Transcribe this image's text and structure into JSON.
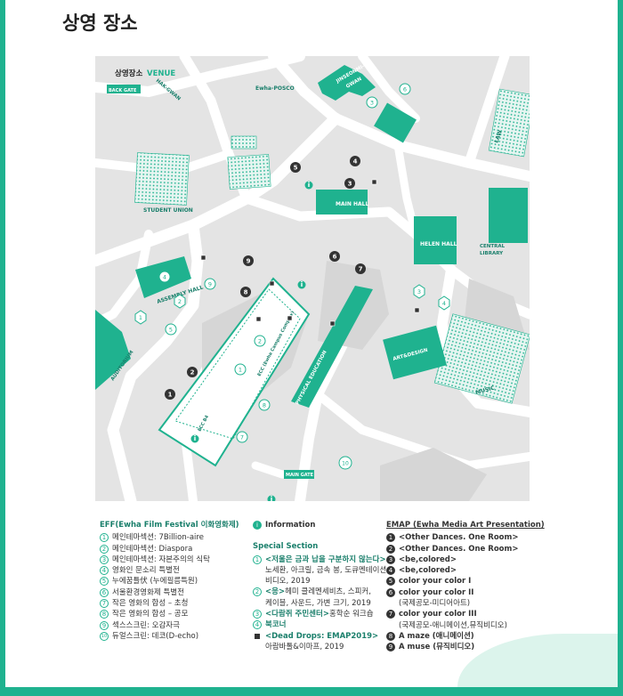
{
  "page": {
    "heading": "상영 장소"
  },
  "map": {
    "title_kr": "상영장소",
    "title_en": "VENUE",
    "labels": {
      "back_gate": "BACK GATE",
      "hak_gwan": "HAK-GWAN",
      "posco": "Ewha-POSCO",
      "jinseonmi": "JINSEONMI-",
      "jinseonmi2": "GWAN",
      "law": "LAW",
      "student_union": "STUDENT UNION",
      "main_hall": "MAIN HALL",
      "helen_hall": "HELEN HALL",
      "central_library": "CENTRAL",
      "central_library2": "LIBRARY",
      "assembly_hall": "ASSEMBLY HALL",
      "auditorium": "AUDITORIUM",
      "ecc": "ECC (Ewha Campus Complex)",
      "ecc_b4": "ECC B4",
      "physical_education": "PHYSICAL EDUCATION",
      "art_design": "ART&DESIGN",
      "music": "MUSIC",
      "main_gate": "MAIN GATE"
    },
    "marker_nums": [
      "1",
      "2",
      "3",
      "4",
      "5",
      "6",
      "7",
      "8",
      "9",
      "10"
    ]
  },
  "legend": {
    "eff": {
      "title": "EFF(Ewha Film Festival 이화영화제)",
      "items": [
        "메인테마섹션: 7Billion-aire",
        "메인테마섹션: Diaspora",
        "메인테마섹션: 자본주의의 식탁",
        "영화인 문소리 특별전",
        "누에꿈틀伏 (누에필름특원)",
        "서울환경영화제 특별전",
        "작은 영화의 합성 – 초청",
        "작은 영화의 합성 – 공모",
        "섹스스크린: 오감자극",
        "듀얼스크린: 데코(D-echo)"
      ]
    },
    "info": {
      "title": "Information"
    },
    "special": {
      "title": "Special  Section",
      "items": [
        {
          "title": "<저울은 금과 납을 구분하지 않는다>",
          "lines": [
            "노세환, 아크릴, 금속 봉, 도큐멘테이션",
            "비디오, 2019"
          ]
        },
        {
          "title": "<응>",
          "extra": " 헤미 클레멘세비츠, 스피커,",
          "lines": [
            "케이블, 사운드, 가변 크기, 2019"
          ]
        },
        {
          "title": "<다람쥐 주민센터>",
          "extra": " 홍학순 워크숍",
          "lines": []
        },
        {
          "title": "북코너",
          "lines": []
        },
        {
          "title": "<Dead Drops: EMAP2019>",
          "lines": [
            "아람바톨&이마프, 2019"
          ]
        }
      ]
    },
    "emap": {
      "title": "EMAP (Ewha Media Art Presentation)",
      "items": [
        {
          "label": "<Other Dances. One Room>",
          "sub": ""
        },
        {
          "label": "<Other Dances. One Room>",
          "sub": ""
        },
        {
          "label": "<be,colored>",
          "sub": ""
        },
        {
          "label": "<be,colored>",
          "sub": ""
        },
        {
          "label": "color your color I",
          "sub": ""
        },
        {
          "label": "color your color II",
          "sub": "(국제공모-미디어아트)"
        },
        {
          "label": "color your color III",
          "sub": "(국제공모-애니메이션,뮤직비디오)"
        },
        {
          "label": "A maze (애니메이션)",
          "sub": ""
        },
        {
          "label": "A muse (뮤직비디오)",
          "sub": ""
        }
      ]
    }
  },
  "colors": {
    "accent": "#1fb28f",
    "dark": "#333333",
    "road": "#ffffff",
    "block": "#e3e3e3"
  }
}
